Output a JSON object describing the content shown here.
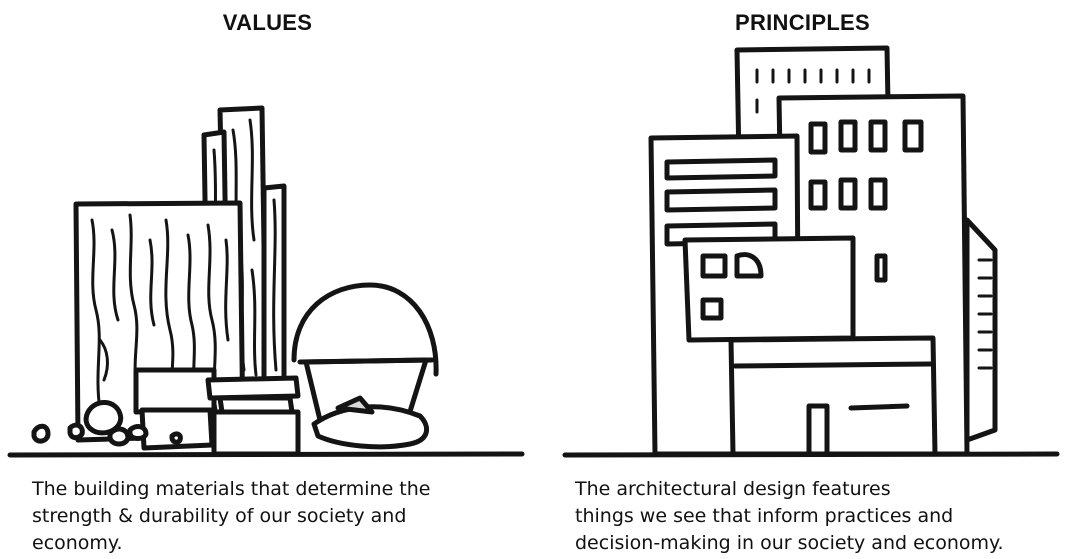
{
  "values": {
    "heading": "VALUES",
    "caption": "The building materials that determine the\nstrength & durability of our society and\neconomy.",
    "icon": "building-materials-illustration"
  },
  "principles": {
    "heading": "PRINCIPLES",
    "caption": "The architectural design features\nthings we see that inform practices and\ndecision-making in our society and economy.",
    "icon": "buildings-illustration"
  }
}
